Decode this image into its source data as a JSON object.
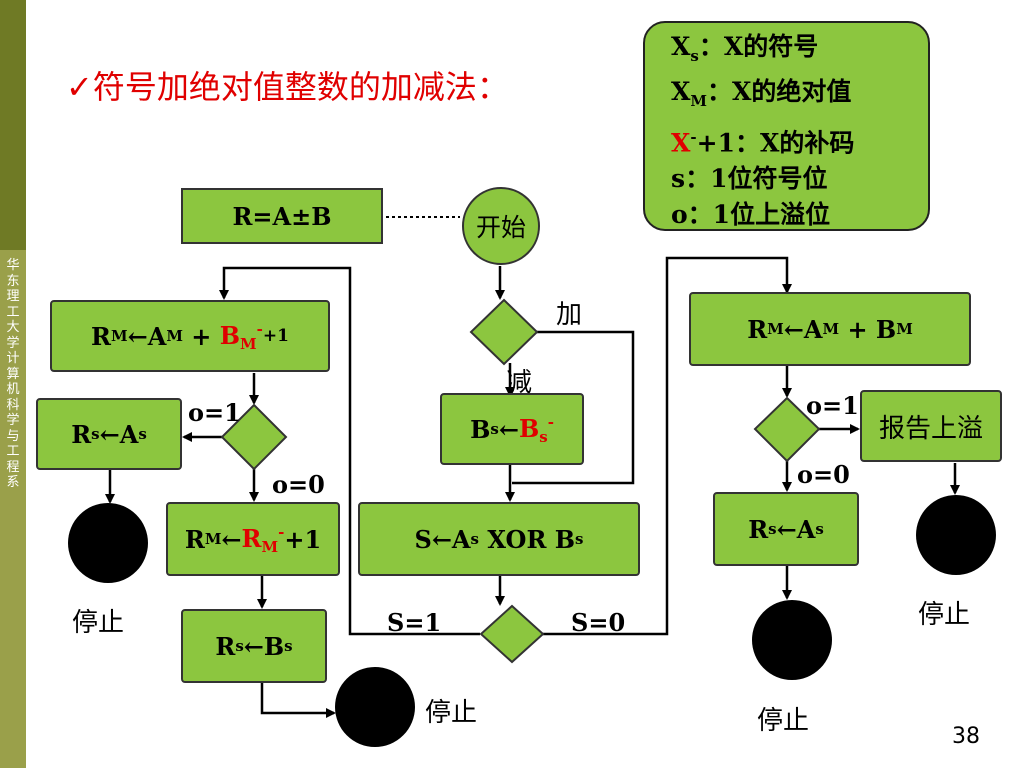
{
  "sidebar": {
    "text": "华东理工大学计算机科学与工程系"
  },
  "title": "✓符号加绝对值整数的加减法：",
  "legend": {
    "line1": {
      "x": "X",
      "sub": "s",
      "rest": "：X的符号"
    },
    "line2": {
      "x": "X",
      "sub": "M",
      "rest": "：X的绝对值"
    },
    "line3": {
      "x": "X",
      "sup": "-",
      "rest": "+1：X的补码"
    },
    "line4": "s：1位符号位",
    "line5": "o：1位上溢位"
  },
  "formula": "R=A±B",
  "start": "开始",
  "labels": {
    "add": "加",
    "sub": "减",
    "o1_left": "o=1",
    "o0_left": "o=0",
    "o1_right": "o=1",
    "o0_right": "o=0",
    "s1": "S=1",
    "s0": "S=0",
    "stop": "停止",
    "report_overflow": "报告上溢"
  },
  "page_number": "38"
}
